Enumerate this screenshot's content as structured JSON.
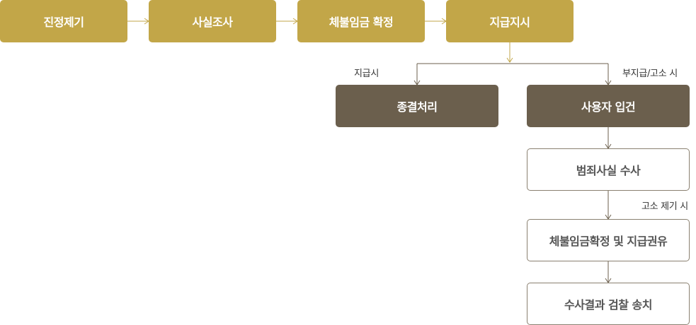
{
  "steps": {
    "s1": "진정제기",
    "s2": "사실조사",
    "s3": "체불임금 확정",
    "s4": "지급지시"
  },
  "branches": {
    "paid_label": "지급시",
    "unpaid_label": "부지급/고소 시",
    "closed": "종결처리",
    "employer_case": "사용자 입건"
  },
  "investigation": {
    "crime_investigation": "범죄사실 수사",
    "complaint_label": "고소 제기 시",
    "confirm_and_recommend": "체불임금확정 및 지급권유",
    "send_to_prosecution": "수사결과 검찰 송치"
  },
  "colors": {
    "gold": "#c2a648",
    "dark_brown": "#6b5f4d",
    "outline": "#8a8070",
    "connector_gold": "#c2a648",
    "connector_dark": "#6b5f4d"
  }
}
